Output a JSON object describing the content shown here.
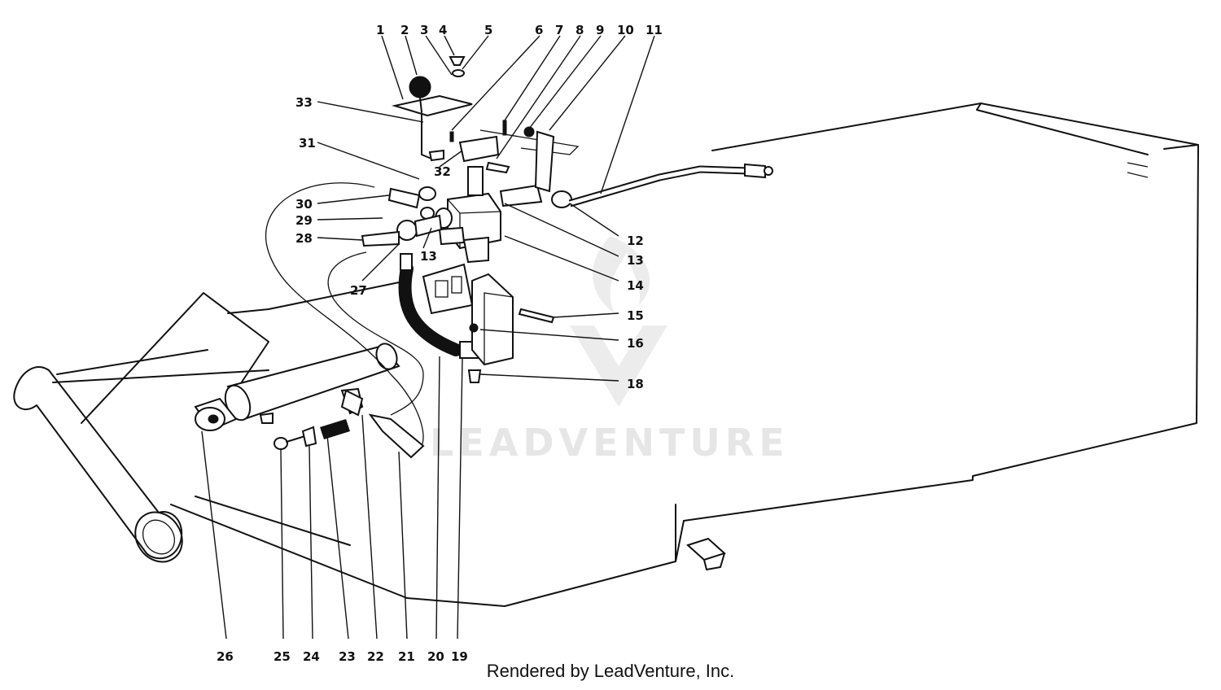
{
  "watermark": "LEADVENTURE",
  "footer": "Rendered by LeadVenture, Inc.",
  "callouts": [
    "1",
    "2",
    "3",
    "4",
    "5",
    "6",
    "7",
    "8",
    "9",
    "10",
    "11",
    "12",
    "13",
    "13",
    "14",
    "15",
    "16",
    "18",
    "19",
    "20",
    "21",
    "22",
    "23",
    "24",
    "25",
    "26",
    "27",
    "28",
    "29",
    "30",
    "31",
    "32",
    "33"
  ]
}
